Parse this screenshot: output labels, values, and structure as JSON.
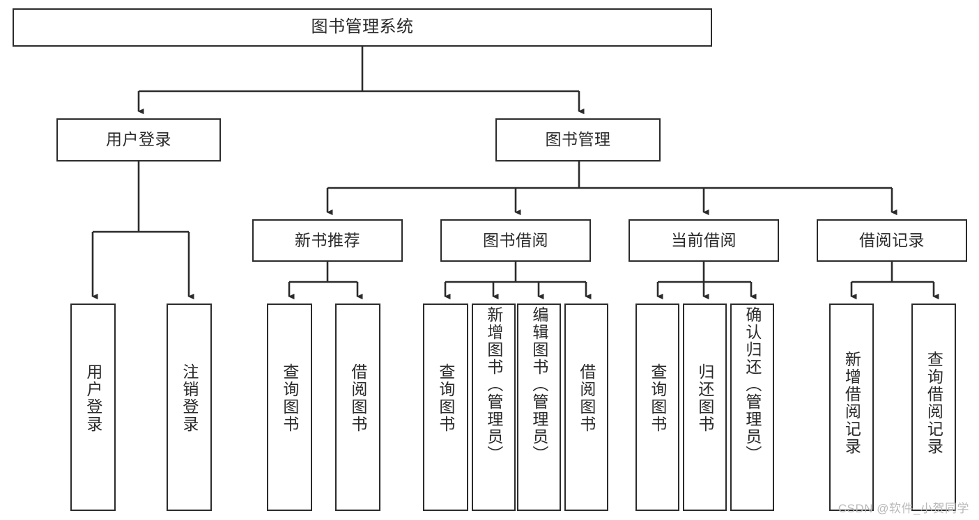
{
  "diagram": {
    "type": "tree",
    "title": "图书管理系统",
    "watermark": "CSDN @软件_小贺同学",
    "colors": {
      "background": "#ffffff",
      "stroke": "#2b2b2b",
      "text": "#2a2a2a",
      "watermark": "#b9b9b9"
    },
    "root": {
      "label": "图书管理系统"
    },
    "level2": [
      {
        "label": "用户登录"
      },
      {
        "label": "图书管理"
      }
    ],
    "level3": [
      {
        "label": "新书推荐"
      },
      {
        "label": "图书借阅"
      },
      {
        "label": "当前借阅"
      },
      {
        "label": "借阅记录"
      }
    ],
    "leaves": {
      "user_login": [
        {
          "label": "用户登录"
        },
        {
          "label": "注销登录"
        }
      ],
      "new_book": [
        {
          "label": "查询图书"
        },
        {
          "label": "借阅图书"
        }
      ],
      "book_borrow": [
        {
          "label": "查询图书"
        },
        {
          "label": "新增图书（管理员）"
        },
        {
          "label": "编辑图书（管理员）"
        },
        {
          "label": "借阅图书"
        }
      ],
      "current_borrow": [
        {
          "label": "查询图书"
        },
        {
          "label": "归还图书"
        },
        {
          "label": "确认归还（管理员）"
        }
      ],
      "borrow_record": [
        {
          "label": "新增借阅记录"
        },
        {
          "label": "查询借阅记录"
        }
      ]
    }
  }
}
